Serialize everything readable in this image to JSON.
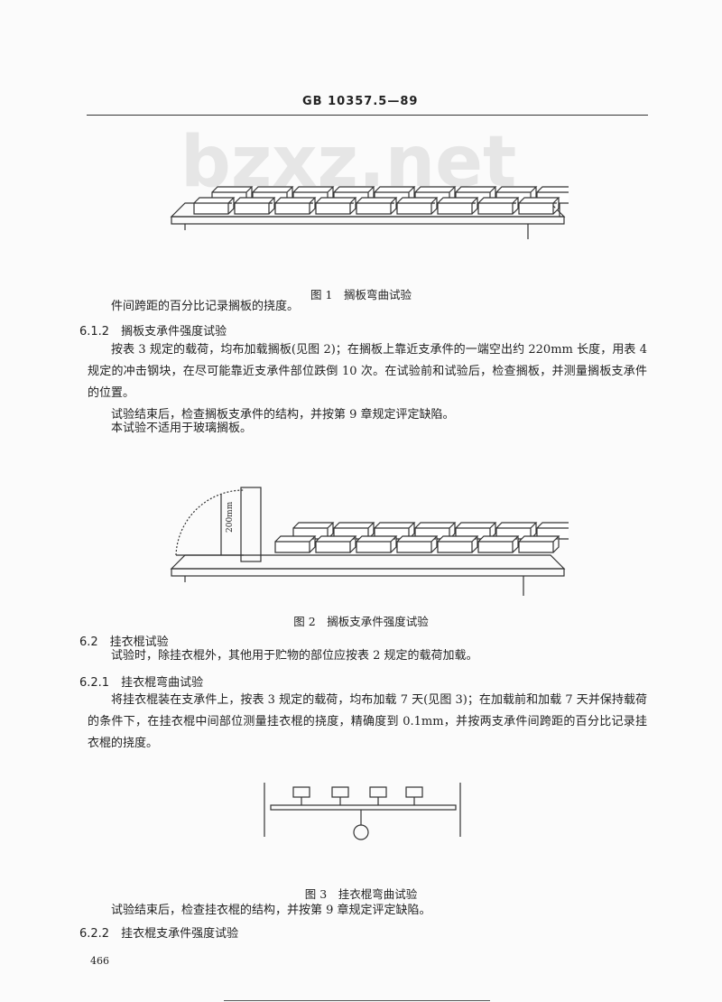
{
  "header": {
    "code": "GB 10357.5—89"
  },
  "watermark": "bzxz.net",
  "fig1": {
    "caption": "图 1　搁板弯曲试验"
  },
  "p_cont": "件间跨距的百分比记录搁板的挠度。",
  "s612": {
    "heading": "6.1.2　搁板支承件强度试验",
    "p1": "按表 3 规定的载荷，均布加载搁板(见图 2)；在搁板上靠近支承件的一端空出约 220mm 长度，用表 4 规定的冲击钢块，在尽可能靠近支承件部位跌倒 10 次。在试验前和试验后，检查搁板，并测量搁板支承件的位置。",
    "p2": "试验结束后，检查搁板支承件的结构，并按第 9 章规定评定缺陷。",
    "p3": "本试验不适用于玻璃搁板。"
  },
  "fig2": {
    "caption": "图 2　搁板支承件强度试验",
    "dim_label": "200mm"
  },
  "s62": {
    "heading": "6.2　挂衣棍试验",
    "p1": "试验时，除挂衣棍外，其他用于贮物的部位应按表 2 规定的载荷加载。"
  },
  "s621": {
    "heading": "6.2.1　挂衣棍弯曲试验",
    "p1": "将挂衣棍装在支承件上，按表 3 规定的载荷，均布加载 7 天(见图 3)；在加载前和加载 7 天并保持载荷的条件下，在挂衣棍中间部位测量挂衣棍的挠度，精确度到 0.1mm，并按两支承件间跨距的百分比记录挂衣棍的挠度。"
  },
  "fig3": {
    "caption": "图 3　挂衣棍弯曲试验"
  },
  "p_after3": "试验结束后，检查挂衣棍的结构，并按第 9 章规定评定缺陷。",
  "s622": {
    "heading": "6.2.2　挂衣棍支承件强度试验"
  },
  "footer": {
    "page_number": "466"
  }
}
